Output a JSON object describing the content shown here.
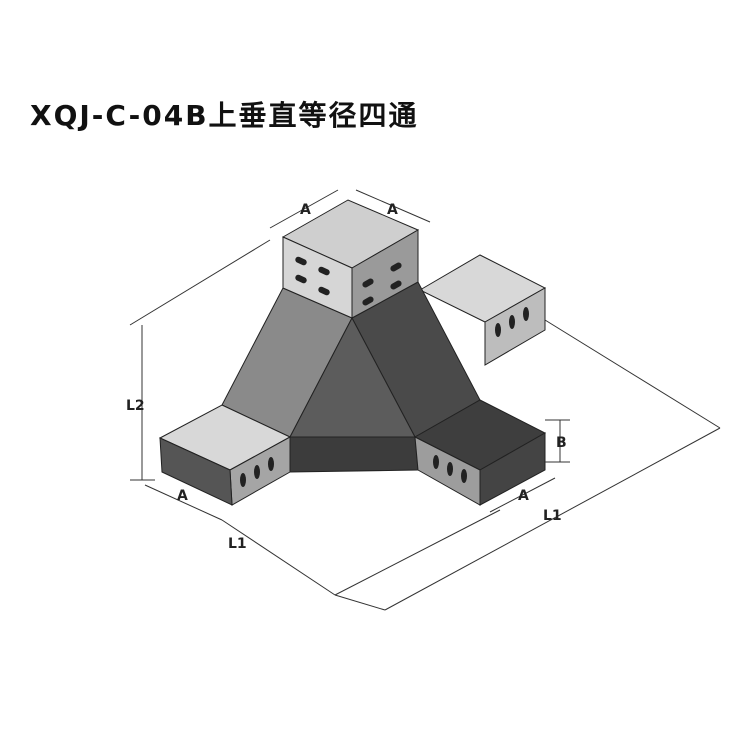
{
  "title": "XQJ-C-04B上垂直等径四通",
  "labels": {
    "top_a_left": "A",
    "top_a_right": "A",
    "l2": "L2",
    "left_a": "A",
    "left_l1": "L1",
    "b": "B",
    "right_a": "A",
    "right_l1": "L1"
  }
}
